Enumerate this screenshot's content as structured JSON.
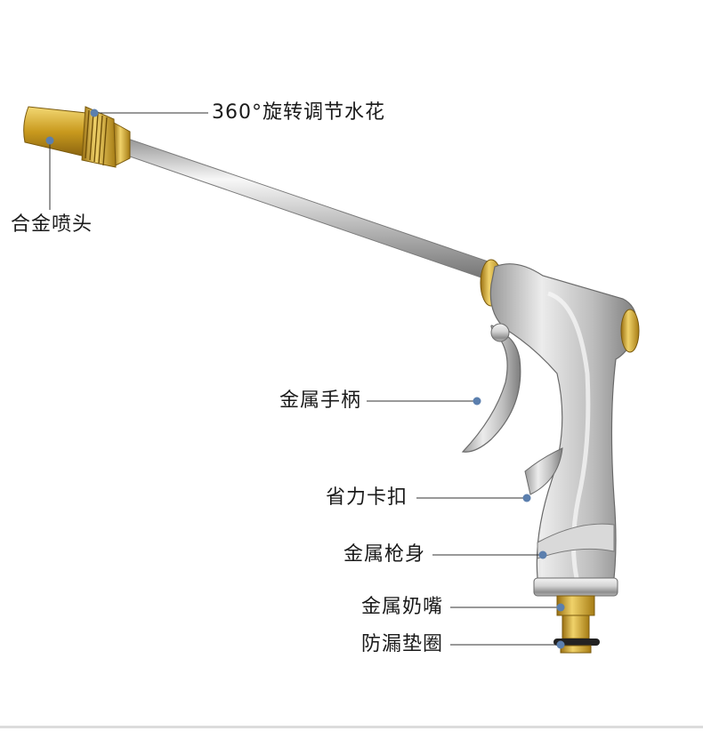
{
  "callouts": {
    "nozzle_rotation": "360°旋转调节水花",
    "alloy_nozzle": "合金喷头",
    "metal_handle": "金属手柄",
    "easy_clip": "省力卡扣",
    "metal_body": "金属枪身",
    "metal_connector": "金属奶嘴",
    "leak_proof_ring": "防漏垫圈"
  },
  "colors": {
    "dot": "#5b7fae",
    "leader": "#333333",
    "brass": "#c9a227",
    "steel": "#c8c8c8"
  }
}
